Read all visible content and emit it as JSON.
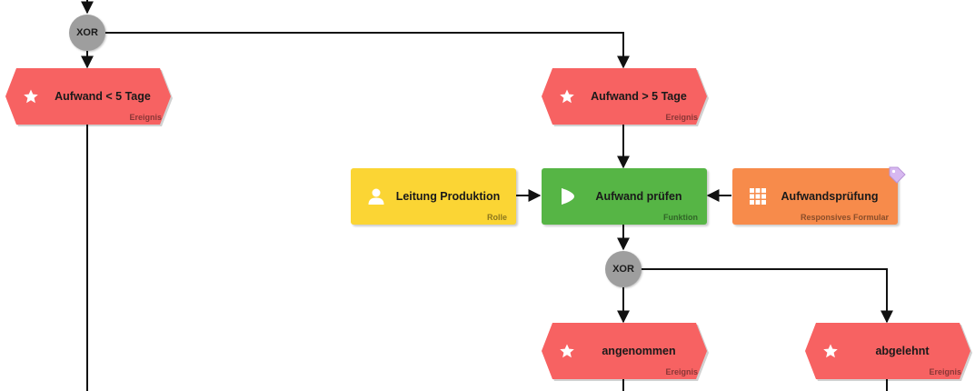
{
  "colors": {
    "event": "#f76262",
    "function": "#56b545",
    "role": "#fbd534",
    "form": "#f78b4b",
    "xor": "#9e9e9e",
    "tag": "#d7b8f0"
  },
  "gateways": {
    "xor_top": "XOR",
    "xor_mid": "XOR"
  },
  "events": {
    "aufwand_lt5": {
      "label": "Aufwand < 5 Tage",
      "type": "Ereignis",
      "icon": "star-icon"
    },
    "aufwand_gt5": {
      "label": "Aufwand > 5 Tage",
      "type": "Ereignis",
      "icon": "star-icon"
    },
    "angenommen": {
      "label": "angenommen",
      "type": "Ereignis",
      "icon": "star-icon"
    },
    "abgelehnt": {
      "label": "abgelehnt",
      "type": "Ereignis",
      "icon": "star-icon"
    }
  },
  "function": {
    "label": "Aufwand prüfen",
    "type": "Funktion",
    "icon": "play-icon"
  },
  "role": {
    "label": "Leitung Produktion",
    "type": "Rolle",
    "icon": "person-icon"
  },
  "form": {
    "label": "Aufwandsprüfung",
    "type": "Responsives Formular",
    "icon": "grid-icon",
    "tag_icon": "tag-icon"
  }
}
